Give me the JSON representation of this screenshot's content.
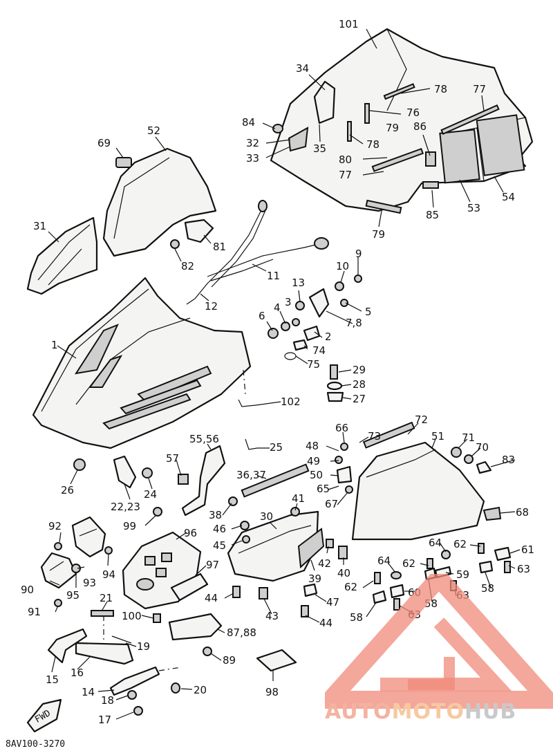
{
  "diagram_code": "8AV100-3270",
  "watermark": {
    "part_auto": "AUTO",
    "part_moto": "MOTO",
    "part_hub": "HUB",
    "color_primary": "#f08a7a",
    "color_secondary": "#f6c9a0"
  },
  "labels": {
    "l101": "101",
    "l34": "34",
    "l78a": "78",
    "l77a": "77",
    "l84": "84",
    "l76": "76",
    "l86": "86",
    "l79a": "79",
    "l32": "32",
    "l35": "35",
    "l78b": "78",
    "l33": "33",
    "l80": "80",
    "l77b": "77",
    "l54": "54",
    "l53": "53",
    "l85": "85",
    "l79b": "79",
    "l52": "52",
    "l69": "69",
    "l31": "31",
    "l81": "81",
    "l82": "82",
    "l11": "11",
    "l12": "12",
    "l10": "10",
    "l9": "9",
    "l13": "13",
    "l3": "3",
    "l4": "4",
    "l6": "6",
    "l5": "5",
    "l78c": "7,8",
    "l2": "2",
    "l74": "74",
    "l75": "75",
    "l1": "1",
    "l29": "29",
    "l28": "28",
    "l27": "27",
    "l102": "102",
    "l72": "72",
    "l66": "66",
    "l73": "73",
    "l48": "48",
    "l55": "55,56",
    "l25": "25",
    "l51": "51",
    "l71": "71",
    "l70": "70",
    "l49": "49",
    "l57": "57",
    "l83": "83",
    "l50": "50",
    "l26": "26",
    "l24": "24",
    "l3637": "36,37",
    "l65": "65",
    "l41": "41",
    "l67": "67",
    "l2223": "22,23",
    "l38": "38",
    "l30": "30",
    "l68": "68",
    "l92": "92",
    "l99": "99",
    "l96": "96",
    "l46": "46",
    "l45": "45",
    "l64a": "64",
    "l62a": "62",
    "l61": "61",
    "l42": "42",
    "l40": "40",
    "l97": "97",
    "l94": "94",
    "l93": "93",
    "l39": "39",
    "l64b": "64",
    "l62b": "62",
    "l59": "59",
    "l63a": "63",
    "l90": "90",
    "l95": "95",
    "l62c": "62",
    "l60": "60",
    "l63b": "63",
    "l21": "21",
    "l44a": "44",
    "l47": "47",
    "l58a": "58",
    "l58b": "58",
    "l91": "91",
    "l43": "43",
    "l63c": "63",
    "l58c": "58",
    "l100": "100",
    "l44b": "44",
    "l8788": "87,88",
    "l19": "19",
    "l89": "89",
    "l15": "15",
    "l16": "16",
    "l14": "14",
    "l20": "20",
    "l98": "98",
    "l18": "18",
    "l17": "17",
    "fwd": "FWD"
  }
}
